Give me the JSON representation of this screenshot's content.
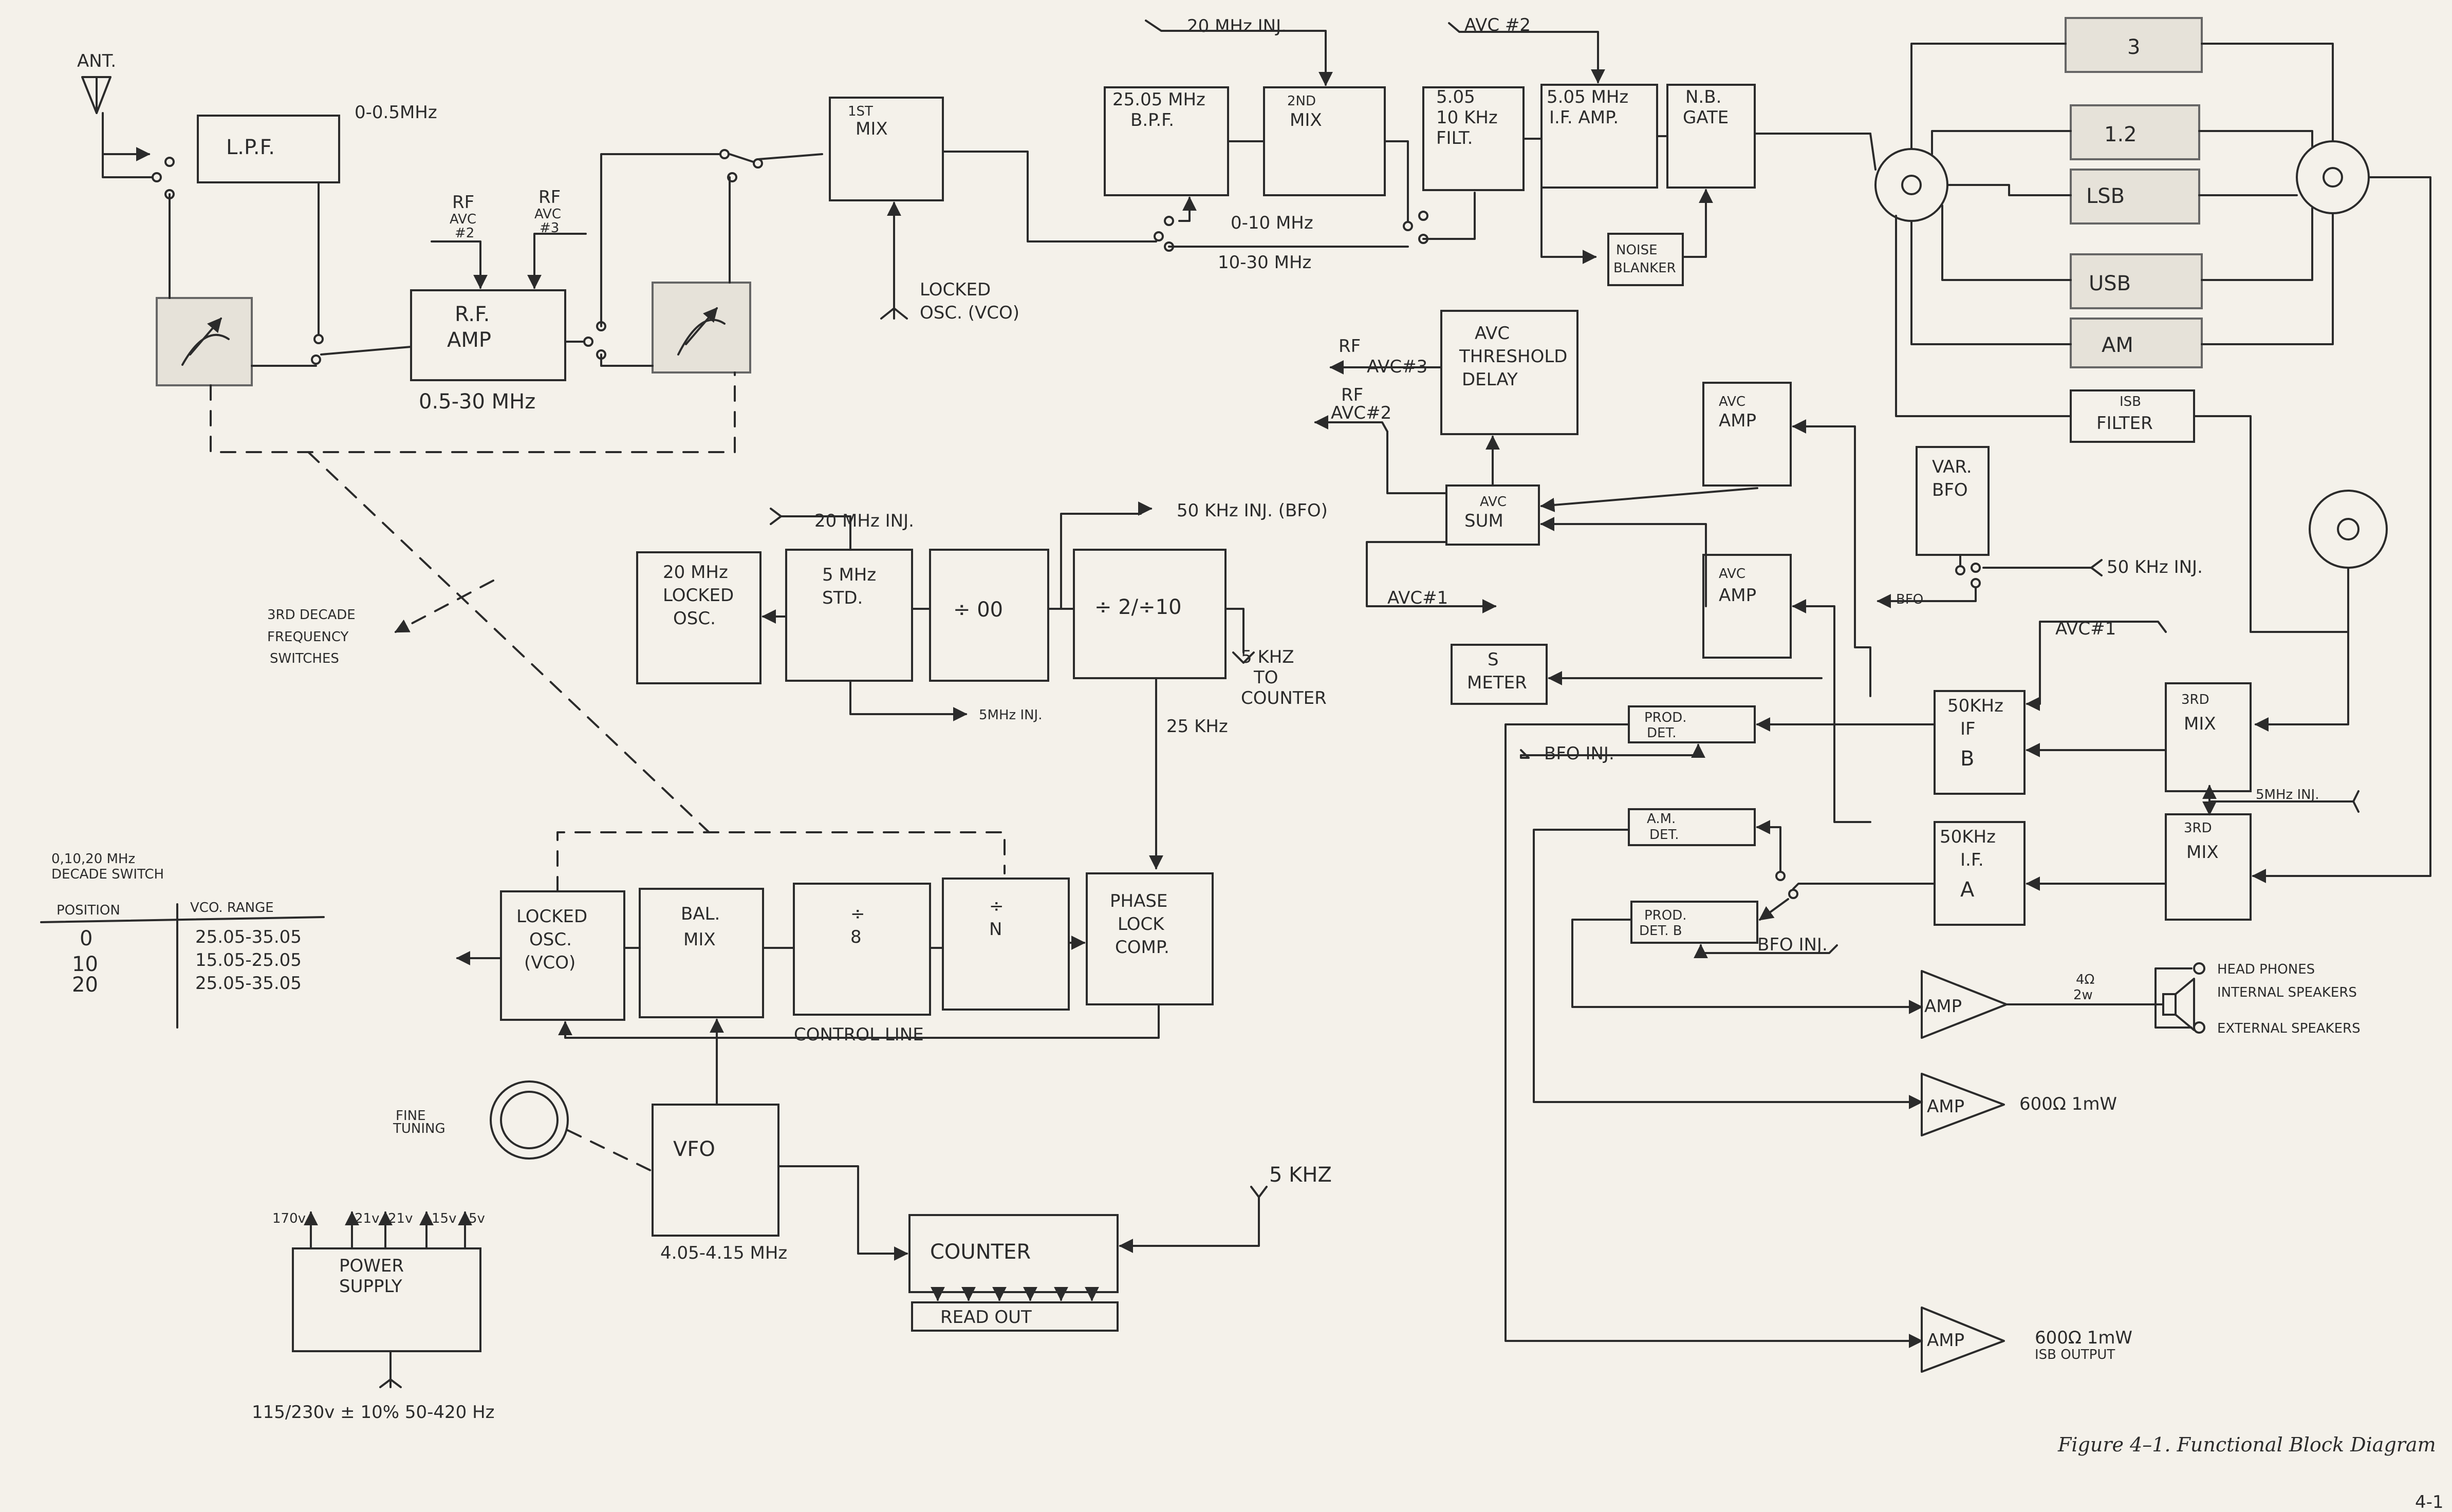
{
  "blocks": {
    "lpf": "L.P.F.",
    "lpf_range": "0-0.5MHz",
    "rf_amp": [
      "R.F.",
      "AMP"
    ],
    "rf_amp_range": "0.5-30 MHz",
    "rf_avc2": [
      "RF",
      "AVC",
      "#2"
    ],
    "rf_avc3": [
      "RF",
      "AVC",
      "#3"
    ],
    "mix1": [
      "1ST",
      "MIX"
    ],
    "locked_osc_vco": [
      "LOCKED",
      "OSC. (VCO)"
    ],
    "bpf": [
      "25.05 MHz",
      "B.P.F."
    ],
    "mix2": [
      "2ND",
      "MIX"
    ],
    "inj_20mhz_top": "20 MHz INJ.",
    "range_0_10": "0-10 MHz",
    "range_10_30": "10-30 MHz",
    "filt": [
      "5.05",
      "10 KHz",
      "FILT."
    ],
    "avc2_top": "AVC #2",
    "if_amp": [
      "5.05 MHz",
      "I.F. AMP."
    ],
    "nb_gate": [
      "N.B.",
      "GATE"
    ],
    "noise_blanker": [
      "NOISE",
      "BLANKER"
    ],
    "filters": [
      "3",
      "1.2",
      "LSB",
      "USB",
      "AM"
    ],
    "isb_filter": [
      "ISB",
      "FILTER"
    ],
    "avc_threshold": [
      "AVC",
      "THRESHOLD",
      "DELAY"
    ],
    "rf_avc3_out": [
      "RF",
      "AVC#3"
    ],
    "rf_avc2_out": [
      "RF",
      "AVC#2"
    ],
    "avc_sum": [
      "AVC",
      "SUM"
    ],
    "avc1_out": "AVC#1",
    "avc_amp": [
      "AVC",
      "AMP"
    ],
    "var_bfo": [
      "VAR.",
      "BFO"
    ],
    "bfo_label": "BFO",
    "inj_50khz": "50 KHz INJ.",
    "s_meter": [
      "S",
      "METER"
    ],
    "avc1_in": "AVC#1",
    "if50_b": [
      "50KHz",
      "IF",
      "B"
    ],
    "if50_a": [
      "50KHz",
      "I.F.",
      "A"
    ],
    "mix3": [
      "3RD",
      "MIX"
    ],
    "inj_5mhz_right": "5MHz INJ.",
    "prod_det": [
      "PROD.",
      "DET."
    ],
    "bfo_inj_1": "BFO INJ.",
    "am_det": [
      "A.M.",
      "DET."
    ],
    "prod_det_b": [
      "PROD.",
      "DET. B"
    ],
    "bfo_inj_2": "BFO INJ.",
    "amp": "AMP",
    "amp1_spec": [
      "4Ω",
      "2w"
    ],
    "outputs": [
      "HEAD PHONES",
      "INTERNAL SPEAKERS",
      "EXTERNAL SPEAKERS"
    ],
    "amp2_spec": "600Ω 1mW",
    "amp3_spec": [
      "600Ω 1mW",
      "ISB OUTPUT"
    ],
    "inj_20mhz_mid": "20 MHz INJ.",
    "inj_50khz_bfo": "50 KHz INJ. (BFO)",
    "locked_osc_20": [
      "20 MHz",
      "LOCKED",
      "OSC."
    ],
    "std_5mhz": [
      "5 MHz",
      "STD."
    ],
    "div_100": "÷ 00",
    "div_2_10": "÷ 2/÷10",
    "to_counter": [
      "5 KHZ",
      "TO",
      "COUNTER"
    ],
    "inj_5mhz": "5MHz INJ.",
    "khz25": "25 KHz",
    "decade_switches": [
      "3RD DECADE",
      "FREQUENCY",
      "SWITCHES"
    ],
    "decade_switch_title": [
      "0,10,20 MHz",
      "DECADE SWITCH"
    ],
    "vco_table": {
      "headers": [
        "POSITION",
        "VCO. RANGE"
      ],
      "rows": [
        [
          "0",
          "25.05-35.05"
        ],
        [
          "10",
          "15.05-25.05"
        ],
        [
          "20",
          "25.05-35.05"
        ]
      ]
    },
    "pll_locked_osc": [
      "LOCKED",
      "OSC.",
      "(VCO)"
    ],
    "bal_mix": [
      "BAL.",
      "MIX"
    ],
    "div_8": [
      "÷",
      "8"
    ],
    "div_n": [
      "÷",
      "N"
    ],
    "phase_lock": [
      "PHASE",
      "LOCK",
      "COMP."
    ],
    "control_line": "CONTROL LINE",
    "fine_tuning": [
      "FINE",
      "TUNING"
    ],
    "vfo": "VFO",
    "vfo_range": "4.05-4.15 MHz",
    "counter": "COUNTER",
    "read_out": "READ OUT",
    "khz5": "5 KHZ",
    "power_supply": [
      "POWER",
      "SUPPLY"
    ],
    "voltages": [
      "170v",
      "21v",
      "21v",
      "15v",
      "5v"
    ],
    "mains": "115/230v ± 10% 50-420 Hz",
    "ant": "ANT."
  },
  "caption": "Figure 4–1.  Functional Block Diagram",
  "page_number": "4-1"
}
